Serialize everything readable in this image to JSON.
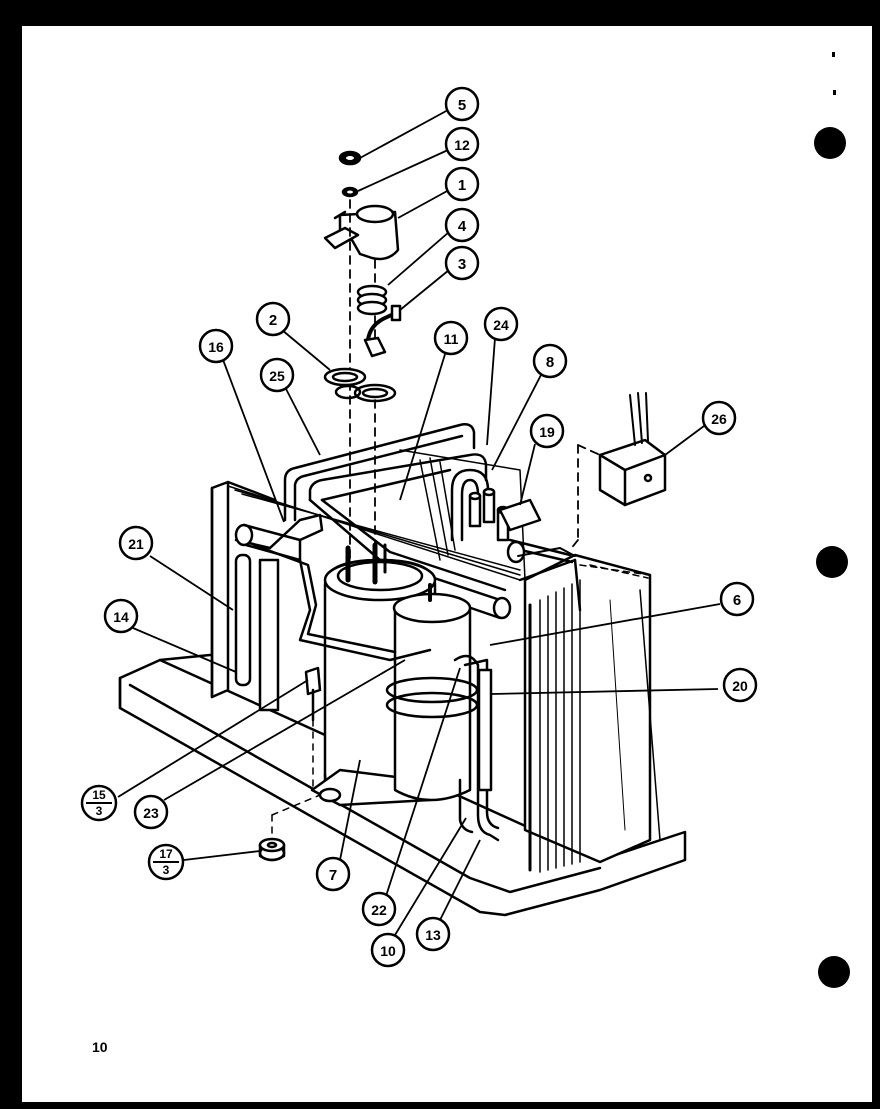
{
  "page_number": "10",
  "callouts": [
    {
      "id": "c5",
      "label": "5"
    },
    {
      "id": "c12",
      "label": "12"
    },
    {
      "id": "c1",
      "label": "1"
    },
    {
      "id": "c4",
      "label": "4"
    },
    {
      "id": "c3",
      "label": "3"
    },
    {
      "id": "c2",
      "label": "2"
    },
    {
      "id": "c11",
      "label": "11"
    },
    {
      "id": "c24",
      "label": "24"
    },
    {
      "id": "c8",
      "label": "8"
    },
    {
      "id": "c16",
      "label": "16"
    },
    {
      "id": "c25",
      "label": "25"
    },
    {
      "id": "c26",
      "label": "26"
    },
    {
      "id": "c19",
      "label": "19"
    },
    {
      "id": "c21",
      "label": "21"
    },
    {
      "id": "c14",
      "label": "14"
    },
    {
      "id": "c6",
      "label": "6"
    },
    {
      "id": "c20",
      "label": "20"
    },
    {
      "id": "c23",
      "label": "23"
    },
    {
      "id": "c7",
      "label": "7"
    },
    {
      "id": "c22",
      "label": "22"
    },
    {
      "id": "c10",
      "label": "10"
    },
    {
      "id": "c13",
      "label": "13"
    }
  ],
  "fraction_callouts": [
    {
      "id": "c15",
      "top": "15",
      "bottom": "3"
    },
    {
      "id": "c17",
      "top": "17",
      "bottom": "3"
    }
  ]
}
